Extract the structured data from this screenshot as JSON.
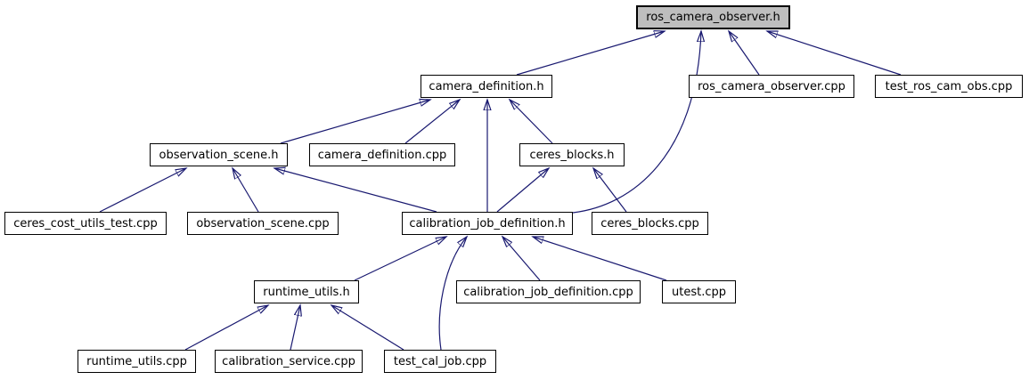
{
  "diagram": {
    "type": "include-dependency-graph",
    "colors": {
      "edge": "#191970",
      "node_border": "#000000",
      "node_fill": "#ffffff",
      "root_fill": "#bebebe",
      "text": "#000000",
      "background": "#ffffff"
    }
  },
  "nodes": [
    {
      "id": "ros_camera_observer.h",
      "label": "ros_camera_observer.h",
      "is_root": true
    },
    {
      "id": "camera_definition.h",
      "label": "camera_definition.h",
      "is_root": false
    },
    {
      "id": "ros_camera_observer.cpp",
      "label": "ros_camera_observer.cpp",
      "is_root": false
    },
    {
      "id": "test_ros_cam_obs.cpp",
      "label": "test_ros_cam_obs.cpp",
      "is_root": false
    },
    {
      "id": "observation_scene.h",
      "label": "observation_scene.h",
      "is_root": false
    },
    {
      "id": "camera_definition.cpp",
      "label": "camera_definition.cpp",
      "is_root": false
    },
    {
      "id": "ceres_blocks.h",
      "label": "ceres_blocks.h",
      "is_root": false
    },
    {
      "id": "ceres_cost_utils_test.cpp",
      "label": "ceres_cost_utils_test.cpp",
      "is_root": false
    },
    {
      "id": "observation_scene.cpp",
      "label": "observation_scene.cpp",
      "is_root": false
    },
    {
      "id": "calibration_job_definition.h",
      "label": "calibration_job_definition.h",
      "is_root": false
    },
    {
      "id": "ceres_blocks.cpp",
      "label": "ceres_blocks.cpp",
      "is_root": false
    },
    {
      "id": "runtime_utils.h",
      "label": "runtime_utils.h",
      "is_root": false
    },
    {
      "id": "calibration_job_definition.cpp",
      "label": "calibration_job_definition.cpp",
      "is_root": false
    },
    {
      "id": "utest.cpp",
      "label": "utest.cpp",
      "is_root": false
    },
    {
      "id": "runtime_utils.cpp",
      "label": "runtime_utils.cpp",
      "is_root": false
    },
    {
      "id": "calibration_service.cpp",
      "label": "calibration_service.cpp",
      "is_root": false
    },
    {
      "id": "test_cal_job.cpp",
      "label": "test_cal_job.cpp",
      "is_root": false
    }
  ],
  "edges": [
    {
      "from": "camera_definition.h",
      "to": "ros_camera_observer.h"
    },
    {
      "from": "ros_camera_observer.cpp",
      "to": "ros_camera_observer.h"
    },
    {
      "from": "test_ros_cam_obs.cpp",
      "to": "ros_camera_observer.h"
    },
    {
      "from": "calibration_job_definition.h",
      "to": "ros_camera_observer.h"
    },
    {
      "from": "observation_scene.h",
      "to": "camera_definition.h"
    },
    {
      "from": "camera_definition.cpp",
      "to": "camera_definition.h"
    },
    {
      "from": "ceres_blocks.h",
      "to": "camera_definition.h"
    },
    {
      "from": "calibration_job_definition.h",
      "to": "camera_definition.h"
    },
    {
      "from": "ceres_cost_utils_test.cpp",
      "to": "observation_scene.h"
    },
    {
      "from": "observation_scene.cpp",
      "to": "observation_scene.h"
    },
    {
      "from": "calibration_job_definition.h",
      "to": "observation_scene.h"
    },
    {
      "from": "calibration_job_definition.h",
      "to": "ceres_blocks.h"
    },
    {
      "from": "ceres_blocks.cpp",
      "to": "ceres_blocks.h"
    },
    {
      "from": "runtime_utils.h",
      "to": "calibration_job_definition.h"
    },
    {
      "from": "calibration_job_definition.cpp",
      "to": "calibration_job_definition.h"
    },
    {
      "from": "utest.cpp",
      "to": "calibration_job_definition.h"
    },
    {
      "from": "test_cal_job.cpp",
      "to": "calibration_job_definition.h"
    },
    {
      "from": "runtime_utils.cpp",
      "to": "runtime_utils.h"
    },
    {
      "from": "calibration_service.cpp",
      "to": "runtime_utils.h"
    },
    {
      "from": "test_cal_job.cpp",
      "to": "runtime_utils.h"
    }
  ]
}
